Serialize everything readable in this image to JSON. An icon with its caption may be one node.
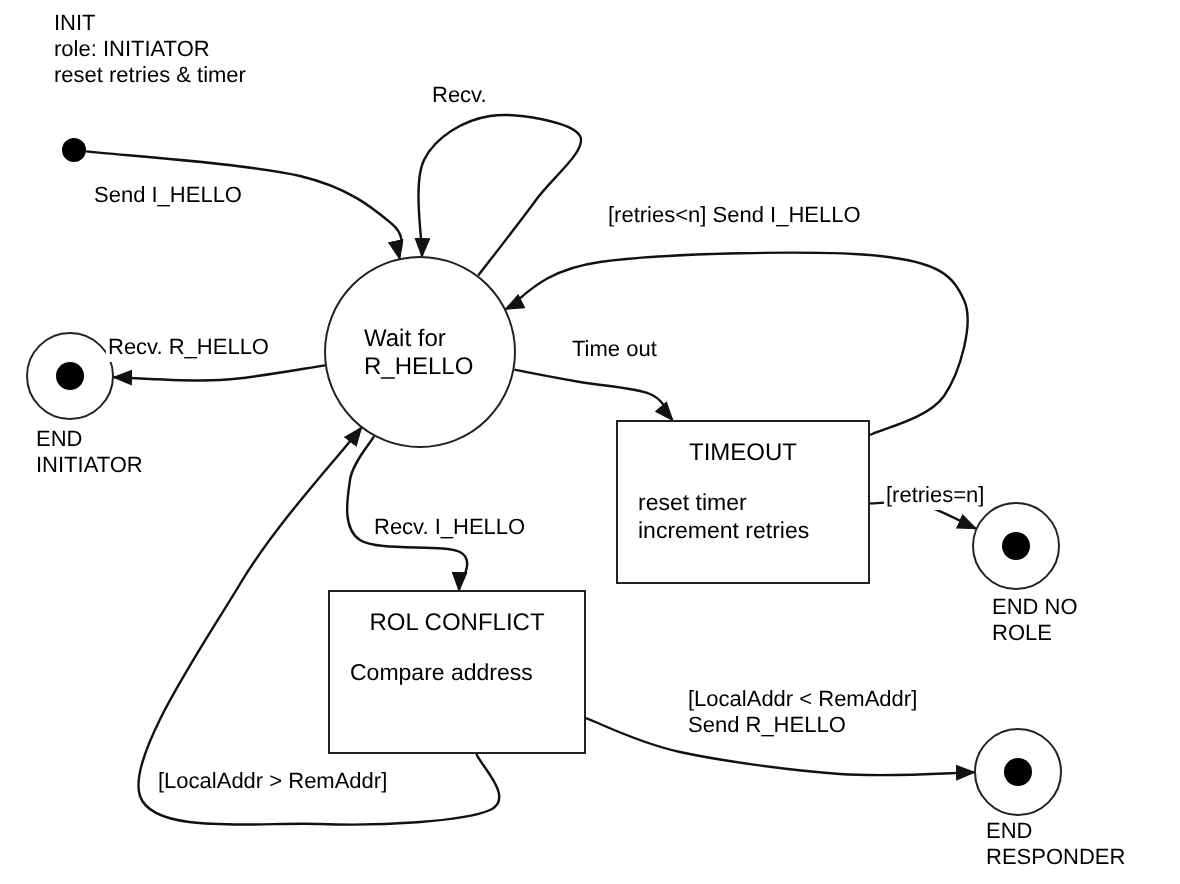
{
  "diagram": {
    "nodes": [
      {
        "text": [],
        "shape": "dot",
        "beside": [
          "INIT",
          "role: INITIATOR",
          "reset retries & timer"
        ]
      },
      {
        "text": [
          "Wait for R_HELLO"
        ]
      },
      {
        "text": [],
        "shape": "circle",
        "beside": [
          "END INITIATOR"
        ]
      },
      {
        "text": [
          "TIMEOUT",
          "reset timer increment retries"
        ]
      },
      {
        "text": [],
        "shape": "circle",
        "beside": [
          "END NO ROLE"
        ]
      },
      {
        "text": [
          "ROL CONFLICT",
          "Compare address"
        ]
      },
      {
        "text": [],
        "shape": "circle",
        "beside": [
          "END RESPONDER"
        ]
      }
    ],
    "edges": [
      {
        "from": 0,
        "to": 1,
        "arrow": "to",
        "label": "Send I_HELLO"
      },
      {
        "from": 1,
        "to": 1,
        "arrow": "to",
        "label": "Recv."
      },
      {
        "from": 1,
        "to": 2,
        "arrow": "to",
        "label": "Recv. R_HELLO"
      },
      {
        "from": 1,
        "to": 3,
        "arrow": "to",
        "label": "Time out"
      },
      {
        "from": 3,
        "to": 1,
        "arrow": "to",
        "label": "[retries<n] Send I_HELLO"
      },
      {
        "from": 3,
        "to": 4,
        "arrow": "to",
        "label": "[retries=n]"
      },
      {
        "from": 1,
        "to": 5,
        "arrow": "to",
        "label": "Recv. I_HELLO"
      },
      {
        "from": 5,
        "to": 1,
        "arrow": "to",
        "label": "[LocalAddr > RemAddr]"
      },
      {
        "from": 5,
        "to": 6,
        "arrow": "to",
        "label": "[LocalAddr < RemAddr] Send R_HELLO"
      }
    ]
  }
}
